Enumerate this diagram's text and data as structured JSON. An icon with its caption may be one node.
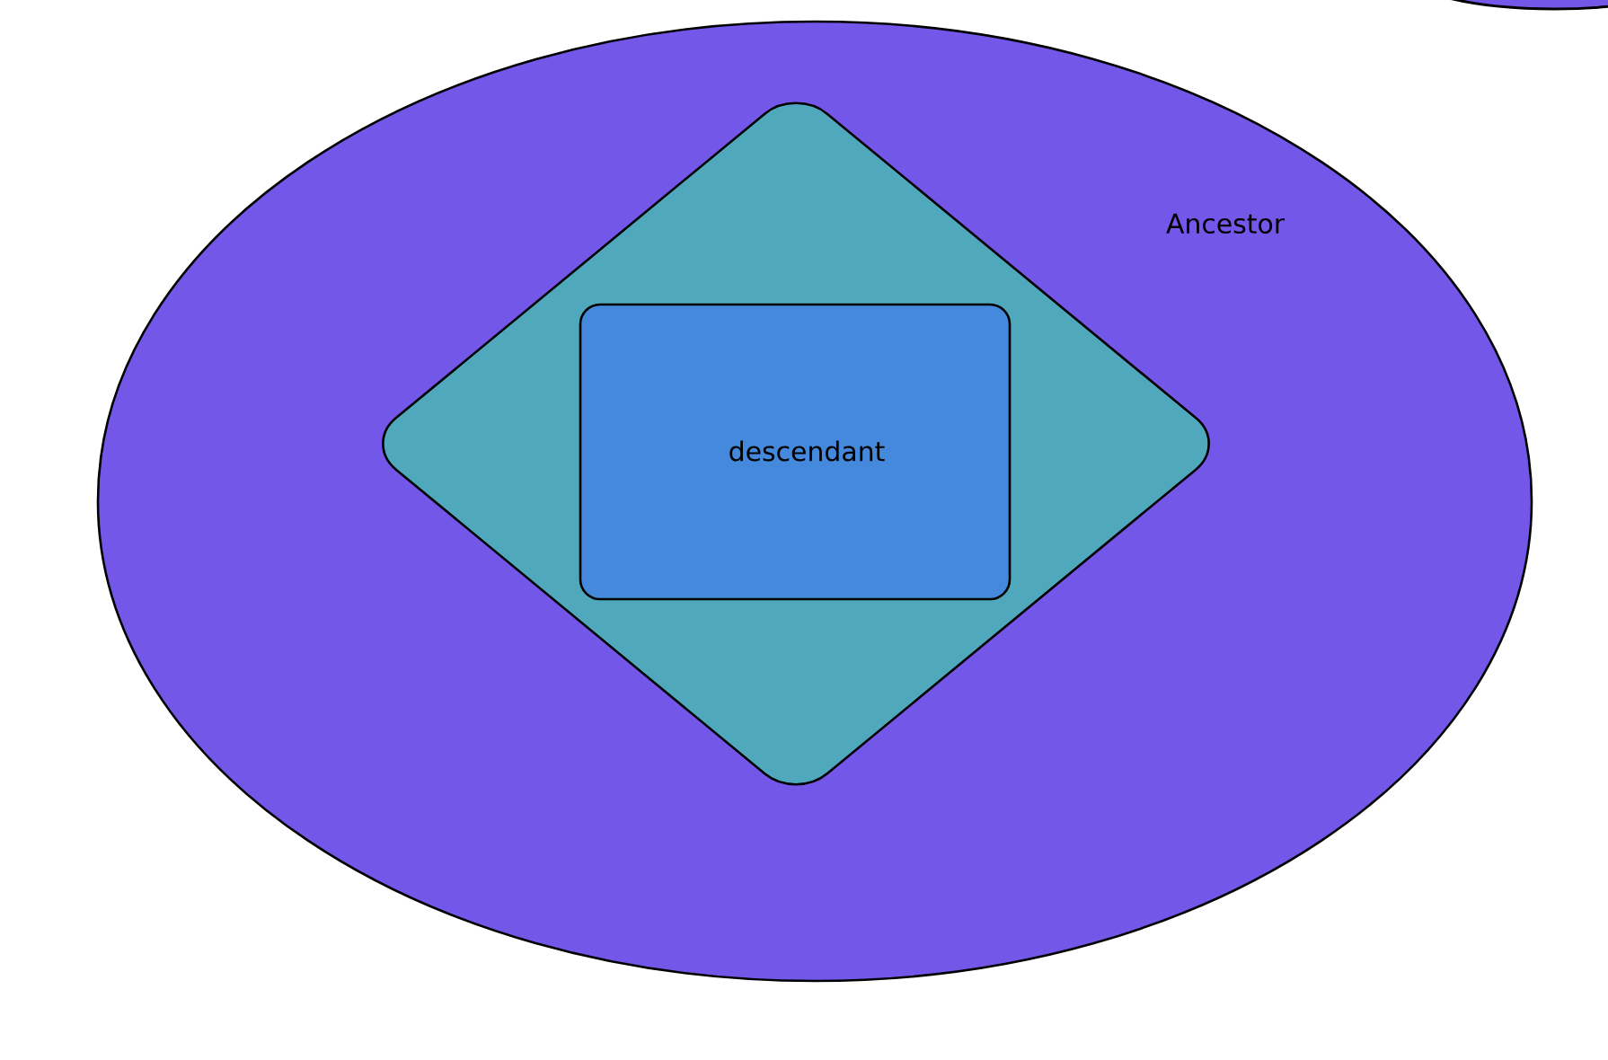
{
  "diagram": {
    "nodes": [
      {
        "text": [
          "Ancestor"
        ]
      },
      {
        "text": [],
        "shape": "diamond",
        "in": 0
      },
      {
        "text": [
          "descendant"
        ],
        "in": 1
      }
    ]
  }
}
